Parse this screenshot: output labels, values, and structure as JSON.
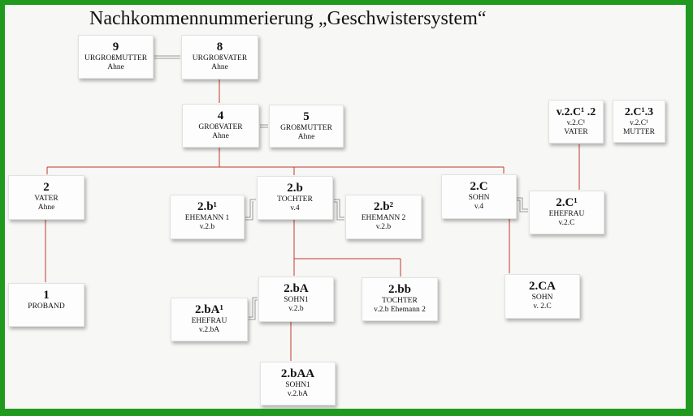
{
  "title": "Nachkommennummerierung „Geschwistersystem“",
  "nodes": {
    "n9": {
      "num": "9",
      "l1": "URGROßMUTTER",
      "l2": "Ahne"
    },
    "n8": {
      "num": "8",
      "l1": "URGROßVATER",
      "l2": "Ahne"
    },
    "n4": {
      "num": "4",
      "l1": "GROßVATER",
      "l2": "Ahne"
    },
    "n5": {
      "num": "5",
      "l1": "GROßMUTTER",
      "l2": "Ahne"
    },
    "n2": {
      "num": "2",
      "l1": "VATER",
      "l2": "Ahne"
    },
    "n1": {
      "num": "1",
      "l1": "PROBAND",
      "l2": ""
    },
    "n2b": {
      "num": "2.b",
      "l1": "TOCHTER",
      "l2": "v.4"
    },
    "n2b1": {
      "num": "2.b¹",
      "l1": "EHEMANN 1",
      "l2": "v.2.b"
    },
    "n2b2": {
      "num": "2.b²",
      "l1": "EHEMANN 2",
      "l2": "v.2.b"
    },
    "n2C": {
      "num": "2.C",
      "l1": "SOHN",
      "l2": "v.4"
    },
    "n2C1": {
      "num": "2.C¹",
      "l1": "EHEFRAU",
      "l2": "v.2.C"
    },
    "n2C1_2": {
      "num": "v.2.C¹ .2",
      "l1": "v.2.C¹",
      "l2": "VATER"
    },
    "n2C1_3": {
      "num": "2.C¹.3",
      "l1": "v.2.C¹",
      "l2": "MUTTER"
    },
    "n2bA": {
      "num": "2.bA",
      "l1": "SOHN1",
      "l2": "v.2.b"
    },
    "n2bA1": {
      "num": "2.bA¹",
      "l1": "EHEFRAU",
      "l2": "v.2.bA"
    },
    "n2bb": {
      "num": "2.bb",
      "l1": "TOCHTER",
      "l2": "v.2.b Ehemann 2"
    },
    "n2CA": {
      "num": "2.CA",
      "l1": "SOHN",
      "l2": "v. 2.C"
    },
    "n2bAA": {
      "num": "2.bAA",
      "l1": "SOHN1",
      "l2": "v.2.bA"
    }
  },
  "colors": {
    "frame": "#1f9a1f",
    "background": "#f7f7f5",
    "descent_line": "#c0392b",
    "marriage_line": "#9a9a9a"
  }
}
